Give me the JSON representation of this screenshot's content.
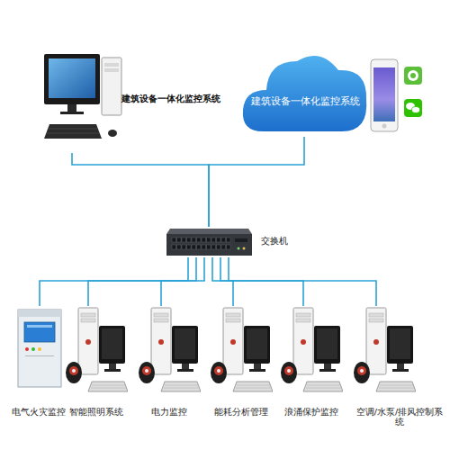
{
  "diagram": {
    "nodes": [
      {
        "text": [
          "建筑设备一体化监控系统"
        ]
      },
      {
        "text": [
          "建筑设备一体化监控系统"
        ]
      },
      {
        "text": [
          "交换机"
        ]
      },
      {
        "text": [
          "电气火灾监控"
        ]
      },
      {
        "text": [
          "智能照明系统"
        ]
      },
      {
        "text": [
          "电力监控"
        ]
      },
      {
        "text": [
          "能耗分析管理"
        ]
      },
      {
        "text": [
          "浪涌保护监控"
        ]
      },
      {
        "text": [
          "空调/水泵/排风控制系统"
        ]
      }
    ],
    "edges": [
      {
        "from": 0,
        "to": 2,
        "arrow": "none"
      },
      {
        "from": 1,
        "to": 2,
        "arrow": "none"
      },
      {
        "from": 2,
        "to": 3,
        "arrow": "none"
      },
      {
        "from": 2,
        "to": 4,
        "arrow": "none"
      },
      {
        "from": 2,
        "to": 5,
        "arrow": "none"
      },
      {
        "from": 2,
        "to": 6,
        "arrow": "none"
      },
      {
        "from": 2,
        "to": 7,
        "arrow": "none"
      },
      {
        "from": 2,
        "to": 8,
        "arrow": "none"
      }
    ]
  }
}
